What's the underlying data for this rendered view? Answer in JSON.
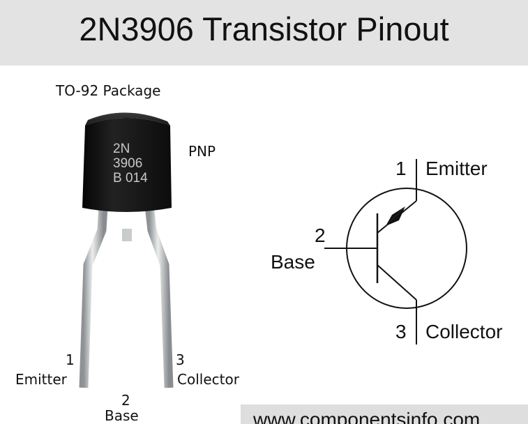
{
  "title": "2N3906 Transistor Pinout",
  "package": {
    "label": "TO-92 Package",
    "type_label": "PNP",
    "marking": [
      "2N",
      "3906",
      "B 014"
    ]
  },
  "package_pins": [
    {
      "number": "1",
      "name": "Emitter"
    },
    {
      "number": "2",
      "name": "Base"
    },
    {
      "number": "3",
      "name": "Collector"
    }
  ],
  "symbol_pins": [
    {
      "number": "1",
      "name": "Emitter"
    },
    {
      "number": "2",
      "name": "Base"
    },
    {
      "number": "3",
      "name": "Collector"
    }
  ],
  "footer": {
    "website": "www.componentsinfo.com"
  },
  "colors": {
    "header_bg": "#e3e3e3",
    "body_black": "#161616",
    "lead_silver": "#b9bcbe",
    "footer_bg": "#dedede"
  }
}
